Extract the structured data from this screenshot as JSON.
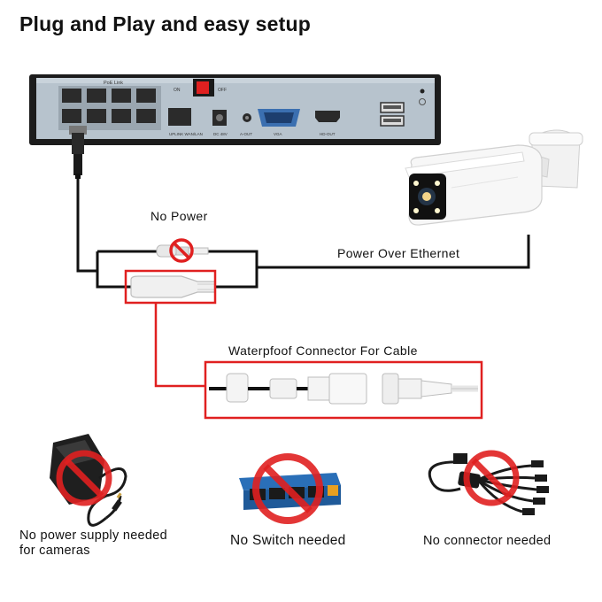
{
  "title": "Plug and Play and easy setup",
  "nvr": {
    "poe_link_label": "PoE Link",
    "power_switch": {
      "on": "ON",
      "off": "OFF"
    },
    "ports": [
      "UPLINK WAN/LAN",
      "DC 48V",
      "A-OUT",
      "VGA",
      "HD-OUT"
    ]
  },
  "labels": {
    "no_power": "No Power",
    "poe": "Power Over Ethernet",
    "waterproof": "Waterpfoof Connector For Cable"
  },
  "bottom": {
    "no_power_supply": [
      "No power supply needed",
      "for cameras"
    ],
    "no_switch": "No Switch needed",
    "no_connector": "No connector needed"
  },
  "colors": {
    "highlight": "#e02020",
    "prohibit": "#e02020",
    "wire": "#111111",
    "nvr_body": "#1c1c1c",
    "nvr_panel": "#b7c3cd"
  }
}
